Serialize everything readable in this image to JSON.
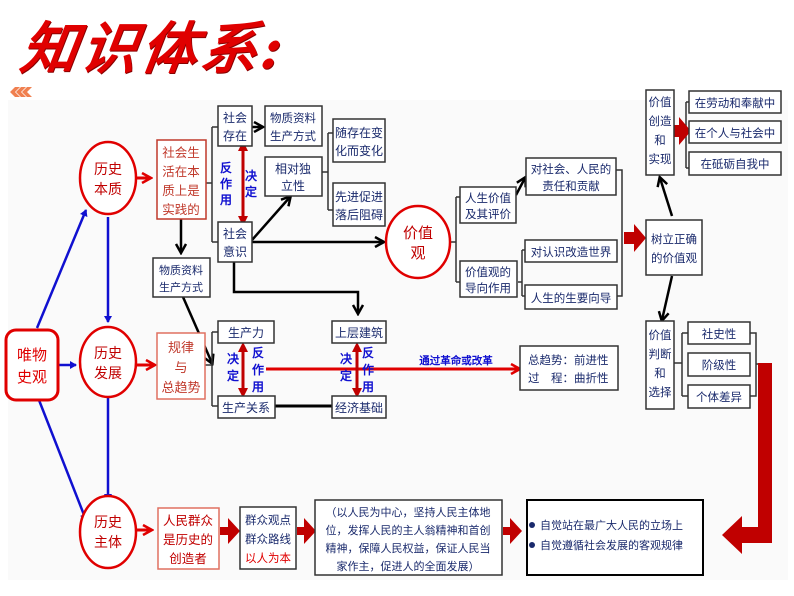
{
  "title": "知识体系:",
  "colors": {
    "red": "#e00000",
    "dark_red": "#c00000",
    "blue": "#1010d0",
    "navy": "#1a2a6c",
    "brown_red": "#c0392b"
  },
  "root": {
    "lines": [
      "唯物",
      "史观"
    ]
  },
  "circles": {
    "essence": [
      "历史",
      "本质"
    ],
    "development": [
      "历史",
      "发展"
    ],
    "subject": [
      "历史",
      "主体"
    ],
    "values": [
      "价值",
      "观"
    ]
  },
  "essence_branch": {
    "practice": [
      "社会生",
      "活在本",
      "质上是",
      "实践的"
    ],
    "material_mode": [
      "物质资料",
      "生产方式"
    ],
    "social_being": [
      "社会",
      "存在"
    ],
    "social_consciousness": [
      "社会",
      "意识"
    ],
    "decide": [
      "决",
      "定"
    ],
    "react": [
      "反",
      "作",
      "用"
    ],
    "being_material": [
      "物质资料",
      "生产方式"
    ],
    "relative_independence": [
      "相对独",
      "立性"
    ],
    "changes_with": [
      "随存在变",
      "化而变化"
    ],
    "advanced_backward": [
      "先进促进",
      "落后阻碍"
    ]
  },
  "development_branch": {
    "law": [
      "规律",
      "与",
      "总趋势"
    ],
    "productive_forces": "生产力",
    "relations_of_production": "生产关系",
    "superstructure": "上层建筑",
    "economic_base": "经济基础",
    "decide": [
      "决",
      "定"
    ],
    "react": [
      "反",
      "作",
      "用"
    ],
    "via": "通过革命或改革",
    "trend": [
      "总趋势：前进性",
      "过　程：曲折性"
    ]
  },
  "values_branch": {
    "life_value": [
      "人生价值",
      "及其评价"
    ],
    "guiding_role": [
      "价值观的",
      "导向作用"
    ],
    "responsibility": [
      "对社会、人民的",
      "责任和贡献"
    ],
    "world": "对认识改造世界",
    "life_guide": "人生的生要向导",
    "establish": [
      "树立正确",
      "的价值观"
    ],
    "creation": [
      "价值",
      "创造",
      "和",
      "实现"
    ],
    "creation_items": [
      "在劳动和奉献中",
      "在个人与社会中",
      "在砥砺自我中"
    ],
    "judgment": [
      "价值",
      "判断",
      "和",
      "选择"
    ],
    "judgment_items": [
      "社史性",
      "阶级性",
      "个体差异"
    ]
  },
  "subject_branch": {
    "masses": [
      "人民群众",
      "是历史的",
      "创造者"
    ],
    "mass_view": [
      "群众观点",
      "群众路线",
      "以人为本"
    ],
    "people_centered": [
      "（以人民为中心，坚持人民主体地",
      "位，发挥人民的主人翁精神和首创",
      "精神，保障人民权益，保证人民当",
      "家作主，促进人的全面发展）"
    ],
    "conclusions": [
      "自觉站在最广大人民的立场上",
      "自觉遵循社会发展的客观规律"
    ]
  }
}
